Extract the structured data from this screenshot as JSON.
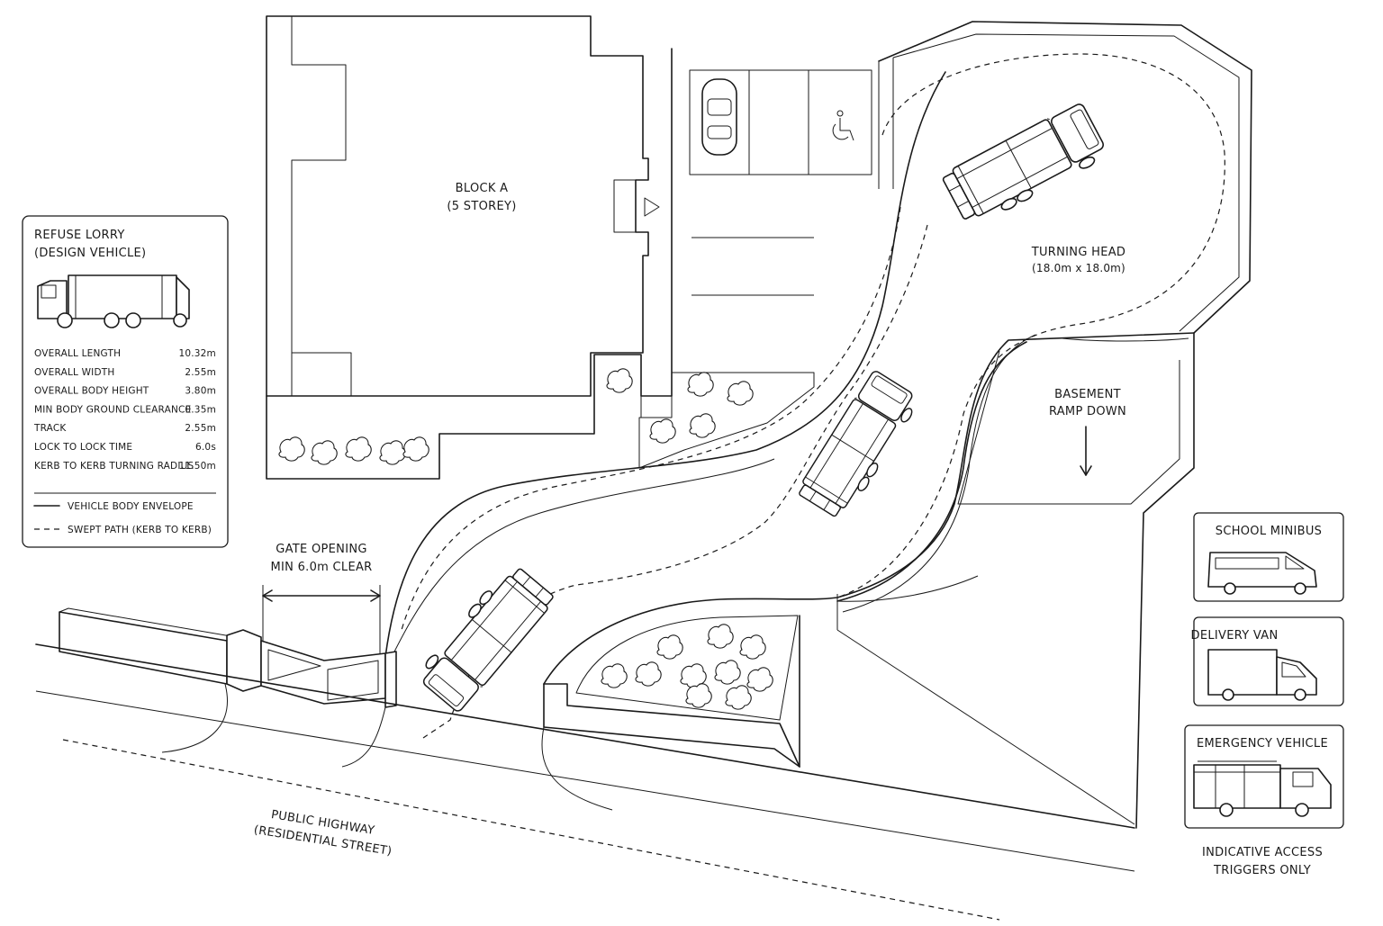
{
  "labels": {
    "block": [
      "BLOCK A",
      "(5 STOREY)"
    ],
    "turning_head": [
      "TURNING HEAD",
      "(18.0m x 18.0m)"
    ],
    "basement": [
      "BASEMENT",
      "RAMP DOWN"
    ],
    "gate": [
      "GATE OPENING",
      "MIN 6.0m CLEAR"
    ],
    "highway": [
      "PUBLIC HIGHWAY",
      "(RESIDENTIAL STREET)"
    ],
    "triggers_note": [
      "INDICATIVE ACCESS",
      "TRIGGERS ONLY"
    ]
  },
  "legend": {
    "title": [
      "REFUSE LORRY",
      "(DESIGN VEHICLE)"
    ],
    "specs": [
      {
        "label": "OVERALL LENGTH",
        "value": "10.32m"
      },
      {
        "label": "OVERALL WIDTH",
        "value": "2.55m"
      },
      {
        "label": "OVERALL BODY HEIGHT",
        "value": "3.80m"
      },
      {
        "label": "MIN BODY GROUND CLEARANCE",
        "value": "0.35m"
      },
      {
        "label": "TRACK",
        "value": "2.55m"
      },
      {
        "label": "LOCK TO LOCK TIME",
        "value": "6.0s"
      },
      {
        "label": "KERB TO KERB TURNING RADIUS",
        "value": "11.50m"
      }
    ],
    "key": {
      "solid": "VEHICLE BODY ENVELOPE",
      "dashed": "SWEPT PATH (KERB TO KERB)"
    }
  },
  "vehicle_cards": [
    {
      "name": "SCHOOL MINIBUS",
      "icon": "minibus-icon"
    },
    {
      "name": "DELIVERY VAN",
      "icon": "van-icon"
    },
    {
      "name": "EMERGENCY VEHICLE",
      "icon": "fire-engine-icon"
    }
  ],
  "icons": [
    "accessible-parking-icon",
    "entrance-arrow-icon",
    "down-arrow-icon",
    "car-icon",
    "refuse-lorry-icon"
  ]
}
